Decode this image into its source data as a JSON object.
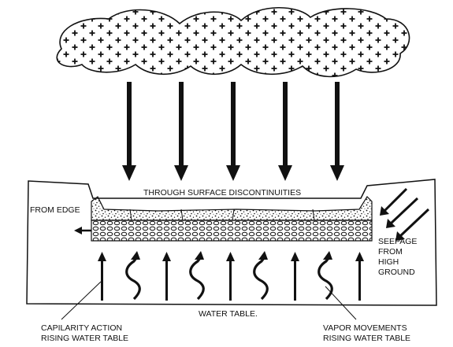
{
  "labels": {
    "surface": "THROUGH SURFACE DISCONTINUITIES",
    "edge": "FROM EDGE",
    "seepage": [
      "SEEPAGE",
      "FROM",
      "HIGH",
      "GROUND"
    ],
    "water_table": "WATER TABLE.",
    "capillary": [
      "CAPILARITY ACTION",
      "RISING WATER TABLE"
    ],
    "vapor": [
      "VAPOR MOVEMENTS",
      "RISING WATER TABLE"
    ]
  },
  "colors": {
    "ink": "#111111",
    "paper": "#ffffff"
  }
}
